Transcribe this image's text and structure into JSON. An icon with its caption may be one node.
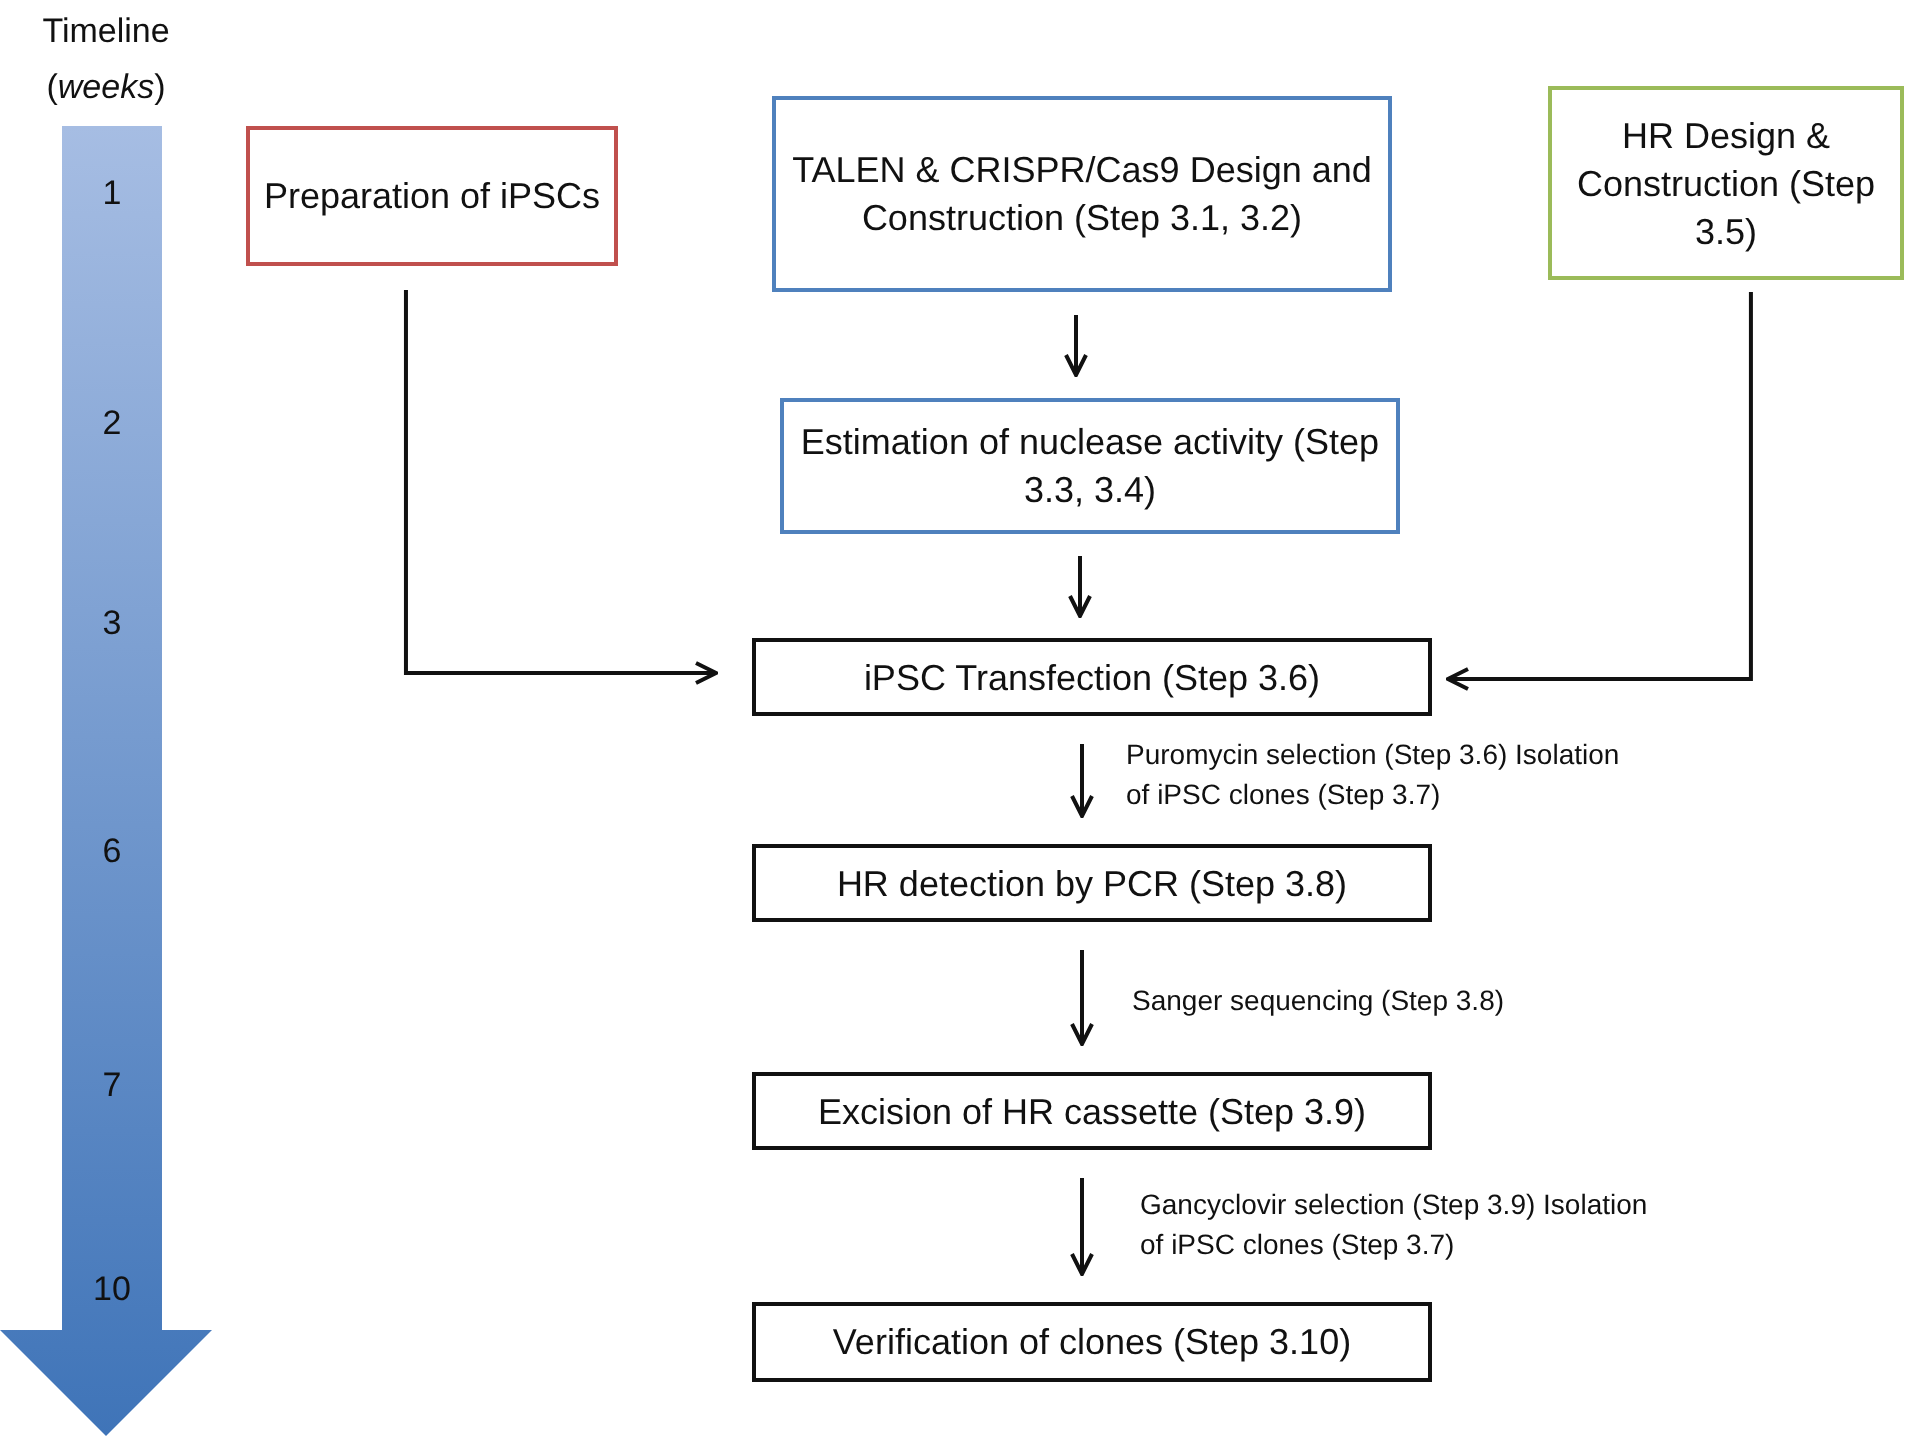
{
  "diagram": {
    "nodes": [
      {
        "text": [
          "Preparation of iPSCs"
        ]
      },
      {
        "text": [
          "TALEN & CRISPR/Cas9 Design and Construction (Step 3.1, 3.2)"
        ]
      },
      {
        "text": [
          "HR Design & Construction (Step 3.5)"
        ]
      },
      {
        "text": [
          "Estimation of nuclease activity (Step 3.3, 3.4)"
        ]
      },
      {
        "text": [
          "iPSC Transfection (Step 3.6)"
        ]
      },
      {
        "text": [
          "HR detection by PCR (Step 3.8)"
        ]
      },
      {
        "text": [
          "Excision of HR cassette (Step 3.9)"
        ]
      },
      {
        "text": [
          "Verification of clones (Step 3.10)"
        ]
      }
    ],
    "edges": [
      {
        "from": 0,
        "to": 4,
        "arrow": "to"
      },
      {
        "from": 1,
        "to": 3,
        "arrow": "to"
      },
      {
        "from": 3,
        "to": 4,
        "arrow": "to"
      },
      {
        "from": 2,
        "to": 4,
        "arrow": "to"
      },
      {
        "from": 4,
        "to": 5,
        "arrow": "to",
        "label": "Puromycin selection (Step 3.6) Isolation of iPSC clones (Step 3.7)"
      },
      {
        "from": 5,
        "to": 6,
        "arrow": "to",
        "label": "Sanger sequencing (Step 3.8)"
      },
      {
        "from": 6,
        "to": 7,
        "arrow": "to",
        "label": "Gancyclovir selection (Step 3.9) Isolation of iPSC clones (Step 3.7)"
      }
    ],
    "labels": [
      "Timeline (*weeks*)",
      "1",
      "2",
      "3",
      "6",
      "7",
      "10"
    ]
  }
}
